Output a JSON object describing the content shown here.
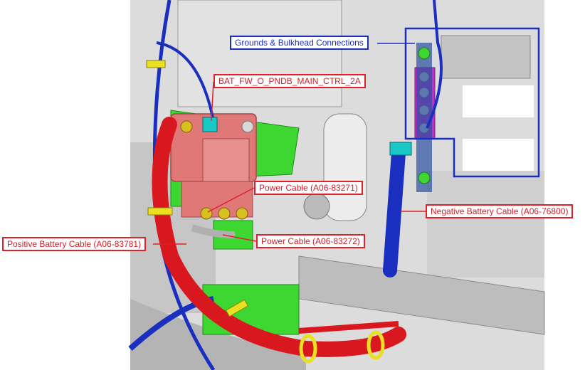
{
  "diagram": {
    "callouts": {
      "grounds": "Grounds & Bulkhead Connections",
      "harness": "BAT_FW_O_PNDB_MAIN_CTRL_2A",
      "power1": "Power Cable (A06-83271)",
      "power2": "Power Cable (A06-83272)",
      "positive": "Positive Battery Cable (A06-83781)",
      "negative": "Negative Battery Cable (A06-76800)"
    },
    "colors": {
      "callout_red": "#e0202a",
      "callout_blue": "#1a2fc0",
      "positive_cable": "#d8181e",
      "negative_cable": "#1a2fc0",
      "bracket_green": "#3ed630",
      "ground_bar_magenta": "#c030c8",
      "fuse_box_pink": "#e07878",
      "clip_yellow": "#e8e020",
      "frame_gray": "#c8c8c8"
    }
  }
}
